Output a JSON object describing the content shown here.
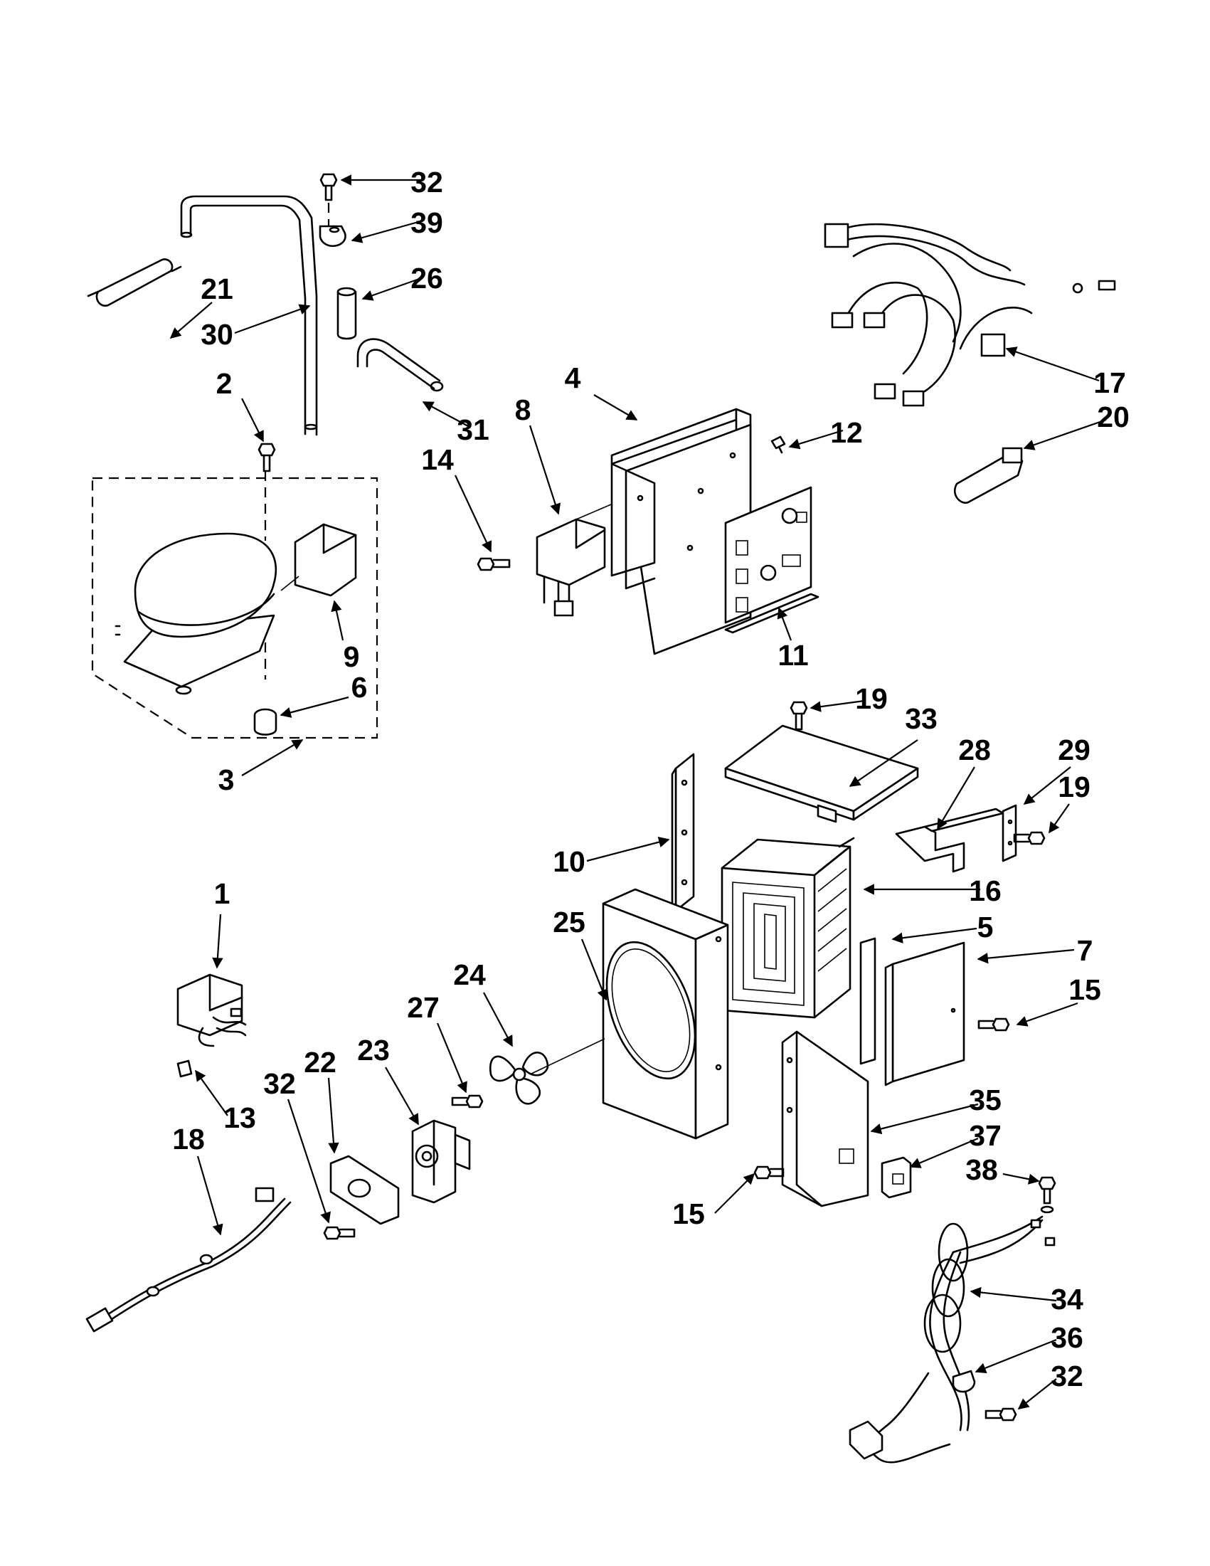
{
  "diagram": {
    "type": "exploded-parts-view",
    "callouts": [
      {
        "key": "c32a",
        "label": "32"
      },
      {
        "key": "c39",
        "label": "39"
      },
      {
        "key": "c26",
        "label": "26"
      },
      {
        "key": "c21",
        "label": "21"
      },
      {
        "key": "c30",
        "label": "30"
      },
      {
        "key": "c2",
        "label": "2"
      },
      {
        "key": "c31",
        "label": "31"
      },
      {
        "key": "c4",
        "label": "4"
      },
      {
        "key": "c8",
        "label": "8"
      },
      {
        "key": "c14",
        "label": "14"
      },
      {
        "key": "c12",
        "label": "12"
      },
      {
        "key": "c17",
        "label": "17"
      },
      {
        "key": "c20",
        "label": "20"
      },
      {
        "key": "c9",
        "label": "9"
      },
      {
        "key": "c11",
        "label": "11"
      },
      {
        "key": "c6",
        "label": "6"
      },
      {
        "key": "c3",
        "label": "3"
      },
      {
        "key": "c19a",
        "label": "19"
      },
      {
        "key": "c33",
        "label": "33"
      },
      {
        "key": "c28",
        "label": "28"
      },
      {
        "key": "c29",
        "label": "29"
      },
      {
        "key": "c19b",
        "label": "19"
      },
      {
        "key": "c10",
        "label": "10"
      },
      {
        "key": "c16",
        "label": "16"
      },
      {
        "key": "c1",
        "label": "1"
      },
      {
        "key": "c25",
        "label": "25"
      },
      {
        "key": "c5",
        "label": "5"
      },
      {
        "key": "c7",
        "label": "7"
      },
      {
        "key": "c24",
        "label": "24"
      },
      {
        "key": "c15a",
        "label": "15"
      },
      {
        "key": "c27",
        "label": "27"
      },
      {
        "key": "c23",
        "label": "23"
      },
      {
        "key": "c22",
        "label": "22"
      },
      {
        "key": "c32b",
        "label": "32"
      },
      {
        "key": "c13",
        "label": "13"
      },
      {
        "key": "c35",
        "label": "35"
      },
      {
        "key": "c37",
        "label": "37"
      },
      {
        "key": "c18",
        "label": "18"
      },
      {
        "key": "c38",
        "label": "38"
      },
      {
        "key": "c15b",
        "label": "15"
      },
      {
        "key": "c34",
        "label": "34"
      },
      {
        "key": "c36",
        "label": "36"
      },
      {
        "key": "c32c",
        "label": "32"
      }
    ]
  }
}
